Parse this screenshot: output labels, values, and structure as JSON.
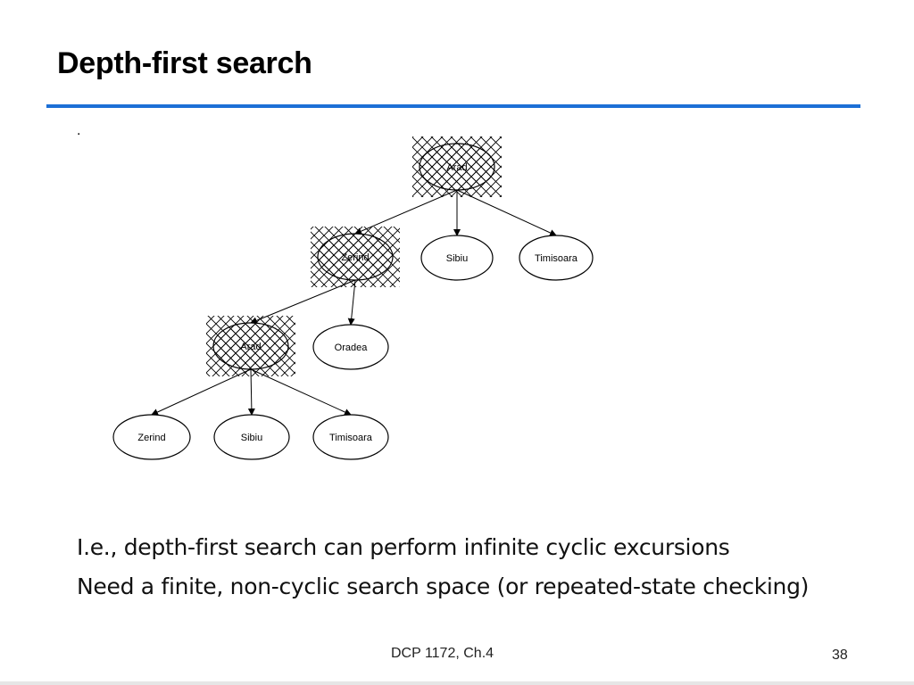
{
  "slide": {
    "title": "Depth-first search",
    "bullet_dot": ".",
    "notes": [
      "I.e., depth-first search can perform infinite cyclic excursions",
      "Need a finite, non-cyclic search space (or repeated-state checking)"
    ],
    "footer": "DCP 1172,  Ch.4",
    "page_number": "38",
    "accent_color": "#1c6fd6"
  },
  "tree": {
    "nodes": [
      {
        "id": "n-arad-root",
        "label": "Arad",
        "expanded": true
      },
      {
        "id": "n-zerind-1",
        "label": "Zerind",
        "expanded": true
      },
      {
        "id": "n-sibiu-1",
        "label": "Sibiu",
        "expanded": false
      },
      {
        "id": "n-timisoara-1",
        "label": "Timisoara",
        "expanded": false
      },
      {
        "id": "n-arad-2",
        "label": "Arad",
        "expanded": true
      },
      {
        "id": "n-oradea",
        "label": "Oradea",
        "expanded": false
      },
      {
        "id": "n-zerind-3",
        "label": "Zerind",
        "expanded": false
      },
      {
        "id": "n-sibiu-3",
        "label": "Sibiu",
        "expanded": false
      },
      {
        "id": "n-timisoara-3",
        "label": "Timisoara",
        "expanded": false
      }
    ],
    "edges": [
      [
        "n-arad-root",
        "n-zerind-1"
      ],
      [
        "n-arad-root",
        "n-sibiu-1"
      ],
      [
        "n-arad-root",
        "n-timisoara-1"
      ],
      [
        "n-zerind-1",
        "n-arad-2"
      ],
      [
        "n-zerind-1",
        "n-oradea"
      ],
      [
        "n-arad-2",
        "n-zerind-3"
      ],
      [
        "n-arad-2",
        "n-sibiu-3"
      ],
      [
        "n-arad-2",
        "n-timisoara-3"
      ]
    ]
  }
}
